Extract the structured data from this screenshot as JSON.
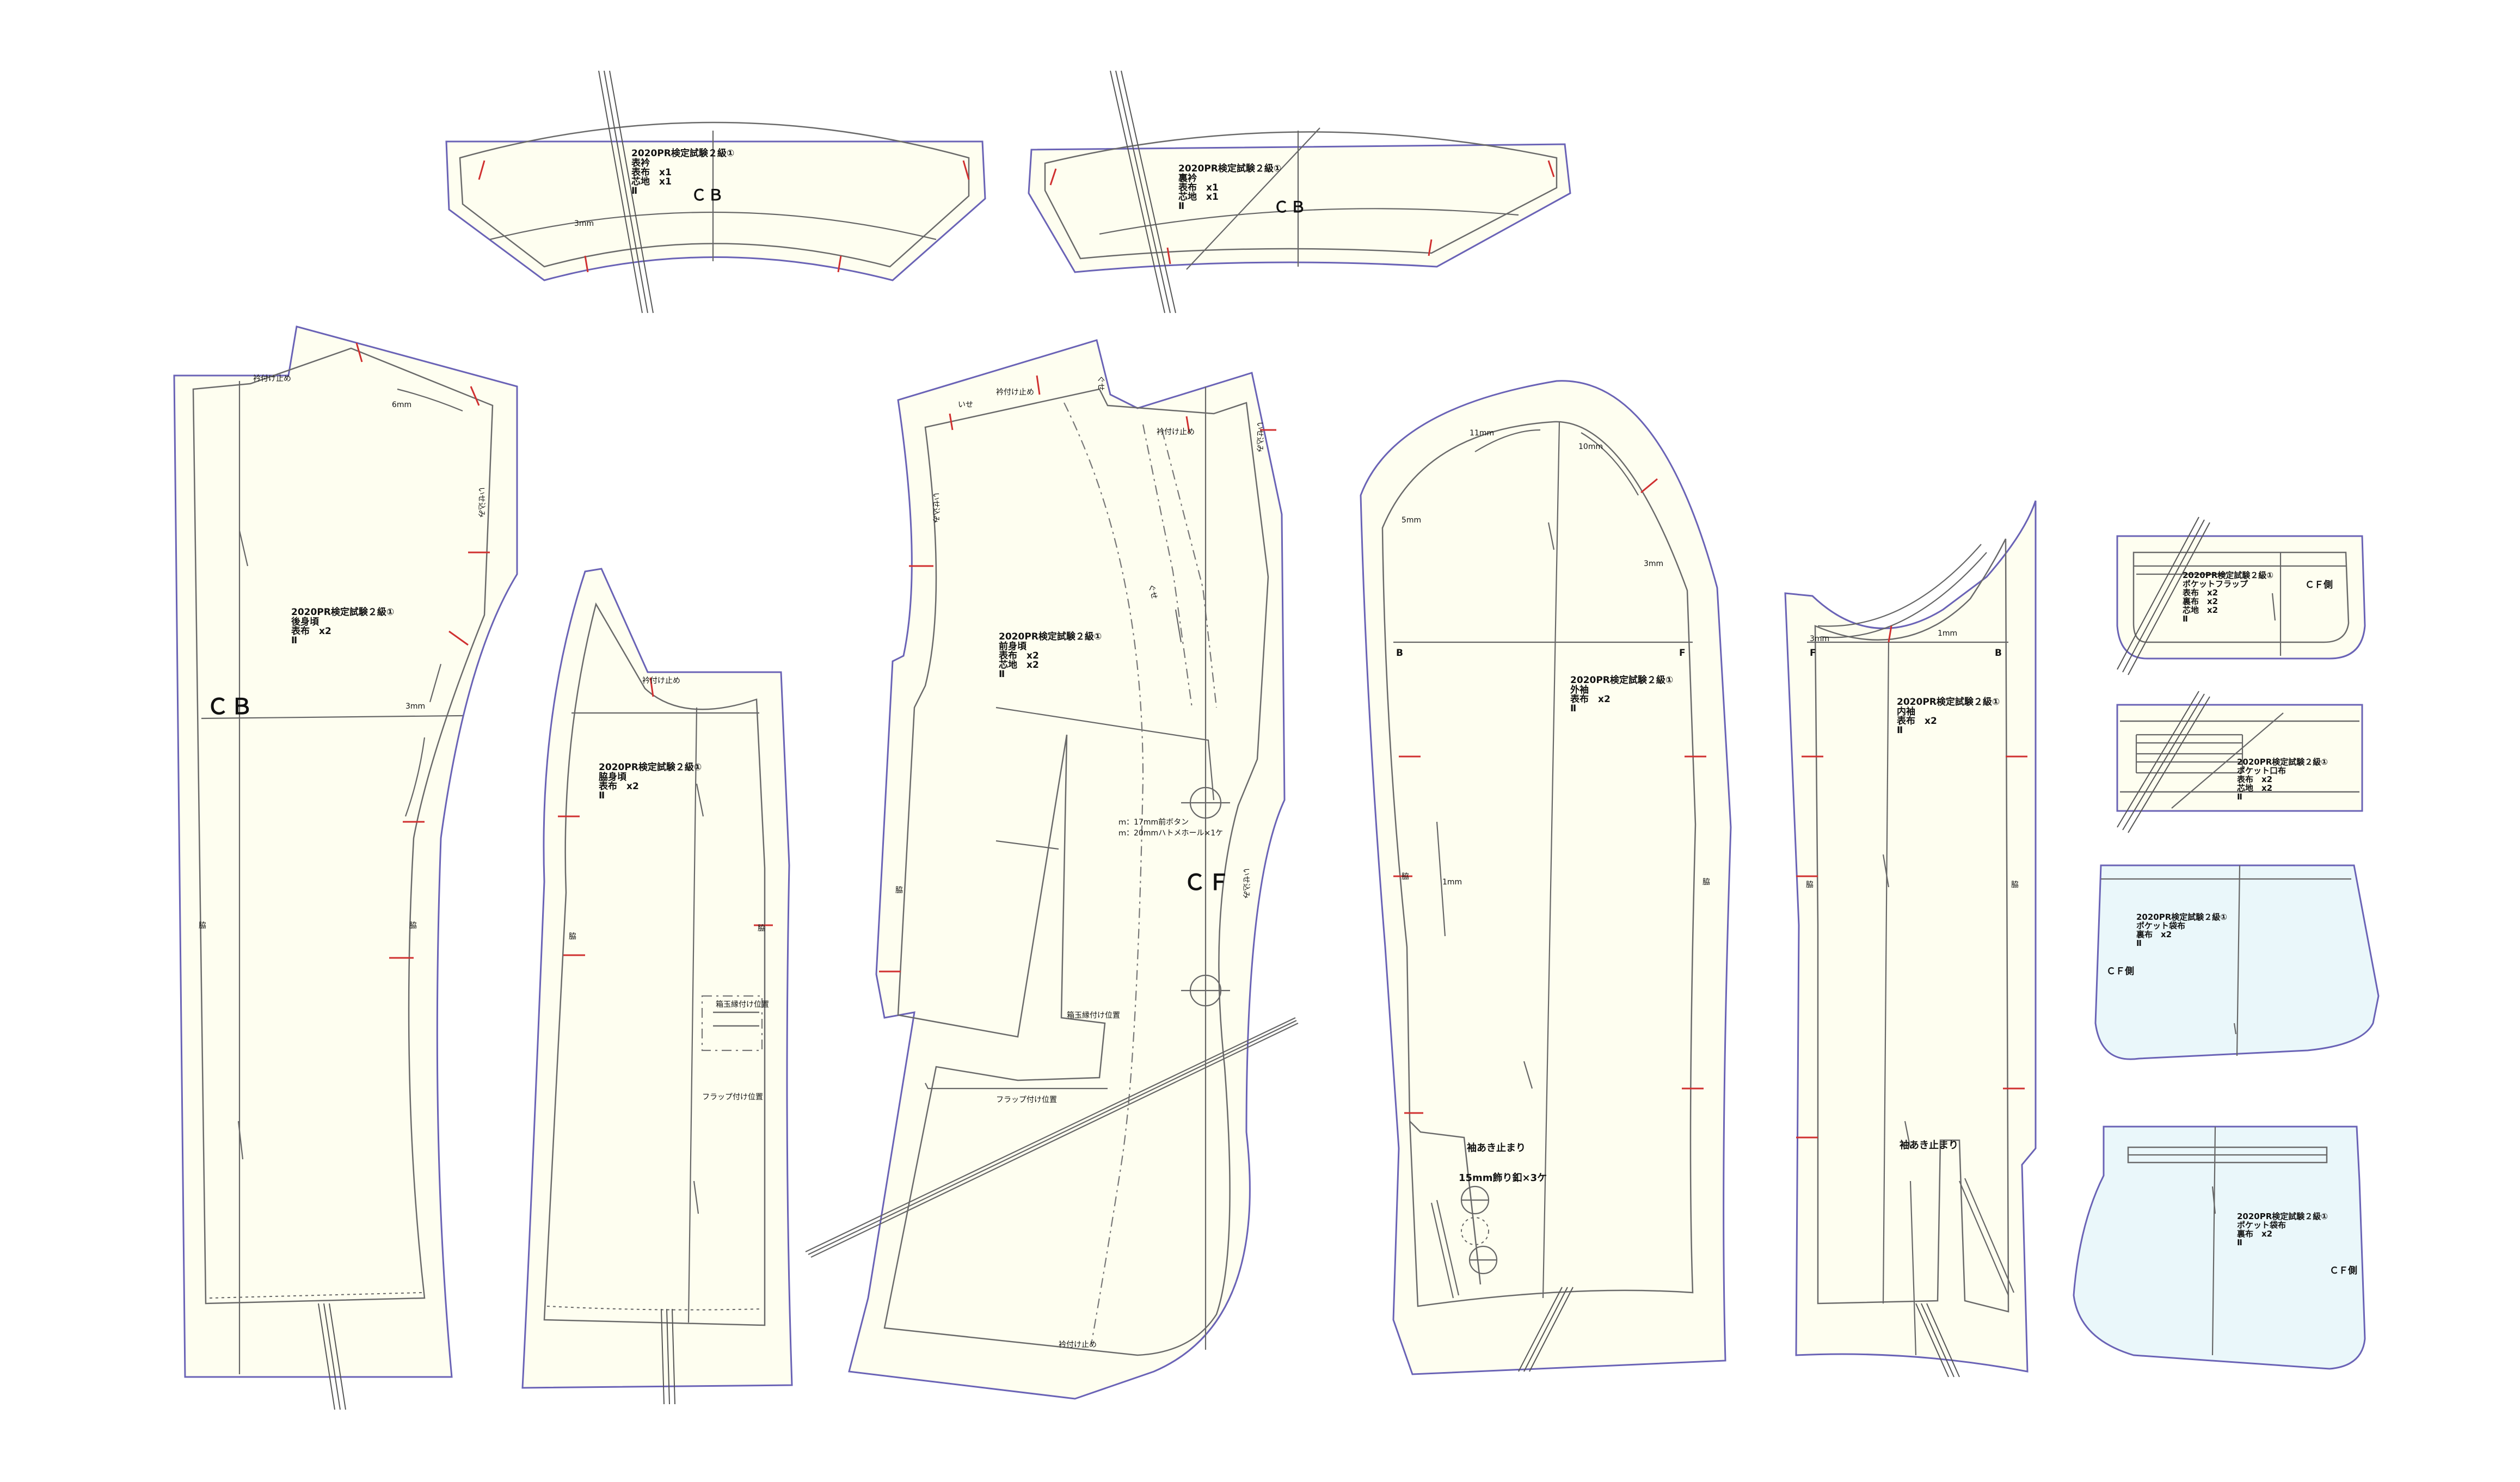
{
  "labels": {
    "title_line": "2020PR検定試験２級①",
    "cb": "ＣＢ",
    "cf": "ＣＦ",
    "cf_side": "ＣＦ側",
    "f": "F",
    "b": "B"
  },
  "pieces": {
    "collar_top": {
      "name": "表衿",
      "line1": "表布　x1",
      "line2": "芯地　x1",
      "mark": "Ⅱ",
      "ease": "3mm"
    },
    "collar_under": {
      "name": "裏衿",
      "line1": "表布　x1",
      "line2": "芯地　x1",
      "mark": "Ⅱ"
    },
    "back": {
      "name": "後身頃",
      "line1": "表布　x2",
      "mark": "Ⅱ",
      "ease_a": "6mm",
      "ease_b": "3mm"
    },
    "side": {
      "name": "脇身頃",
      "line1": "表布　x2",
      "mark": "Ⅱ",
      "note_welt": "箱玉縁付け位置",
      "note_flap": "フラップ付け位置"
    },
    "front": {
      "name": "前身頃",
      "line1": "表布　x2",
      "line2": "芯地　x2",
      "mark": "Ⅱ",
      "note_welt": "箱玉縁付け位置",
      "note_flap": "フラップ付け位置",
      "button_note1": "ｍ：17mm前ボタン",
      "button_note2": "ｍ：20mmハトメホール×1ケ"
    },
    "top_sleeve": {
      "name": "外袖",
      "line1": "表布　x2",
      "mark": "Ⅱ",
      "ease_a": "11mm",
      "ease_b": "10mm",
      "ease_c": "5mm",
      "ease_d": "3mm",
      "ease_e": "1mm",
      "note_vent": "袖あき止まり",
      "note_button": "15mm飾り釦×3ケ"
    },
    "under_sleeve": {
      "name": "内袖",
      "line1": "表布　x2",
      "mark": "Ⅱ",
      "ease_a": "3mm",
      "ease_b": "1mm",
      "note_vent": "袖あき止まり"
    },
    "pocket_flap": {
      "name": "ポケットフラップ",
      "line1": "表布　x2",
      "line2": "裏布　x2",
      "line3": "芯地　x2",
      "mark": "Ⅱ"
    },
    "pocket_welt": {
      "name": "ポケット口布",
      "line1": "表布　x2",
      "line2": "芯地　x2",
      "mark": "Ⅱ"
    },
    "pocket_bag_a": {
      "name": "ポケット袋布",
      "line1": "裏布　x2",
      "mark": "Ⅱ"
    },
    "pocket_bag_b": {
      "name": "ポケット袋布",
      "line1": "裏布　x2",
      "mark": "Ⅱ"
    }
  },
  "marks": {
    "shoulder_ease": "衿付け止め",
    "ease_tag": "いせ",
    "shrink": "ぐせ",
    "ease_mark": "いせ込み",
    "side_mark": "脇"
  },
  "colors": {
    "cut_line": "#6a63b6",
    "fabric_fill": "#fefef0",
    "lining_fill": "#eaf7fa",
    "notch": "#d03030"
  }
}
